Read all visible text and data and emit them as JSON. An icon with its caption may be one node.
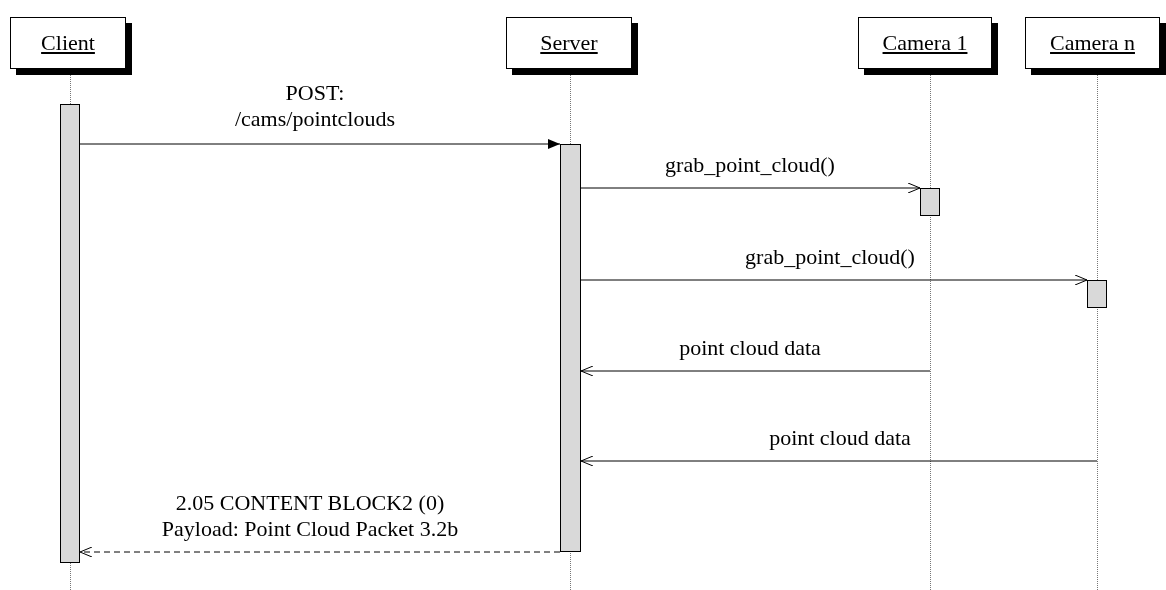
{
  "diagram": {
    "nodes": [
      {
        "text": [
          "Client"
        ]
      },
      {
        "text": [
          "Server"
        ]
      },
      {
        "text": [
          "Camera 1"
        ]
      },
      {
        "text": [
          "Camera n"
        ]
      },
      {
        "text": [],
        "shape": "bar"
      },
      {
        "text": [],
        "shape": "bar"
      },
      {
        "text": [],
        "shape": "bar"
      },
      {
        "text": [],
        "shape": "bar"
      },
      {
        "text": [],
        "shape": "line"
      },
      {
        "text": [],
        "shape": "line"
      },
      {
        "text": [],
        "shape": "line"
      },
      {
        "text": [],
        "shape": "line"
      }
    ],
    "edges": [
      {
        "from": 4,
        "to": 5,
        "arrow": "to",
        "label": "POST: /cams/pointclouds"
      },
      {
        "from": 5,
        "to": 6,
        "arrow": "to",
        "label": "grab_point_cloud()"
      },
      {
        "from": 5,
        "to": 7,
        "arrow": "to",
        "label": "grab_point_cloud()"
      },
      {
        "from": 10,
        "to": 5,
        "arrow": "to",
        "label": "point cloud data"
      },
      {
        "from": 11,
        "to": 5,
        "arrow": "to",
        "label": "point cloud data"
      },
      {
        "from": 5,
        "to": 4,
        "arrow": "to",
        "label": "2.05 CONTENT BLOCK2 (0) Payload: Point Cloud Packet 3.2b",
        "style": "dashed"
      }
    ]
  }
}
